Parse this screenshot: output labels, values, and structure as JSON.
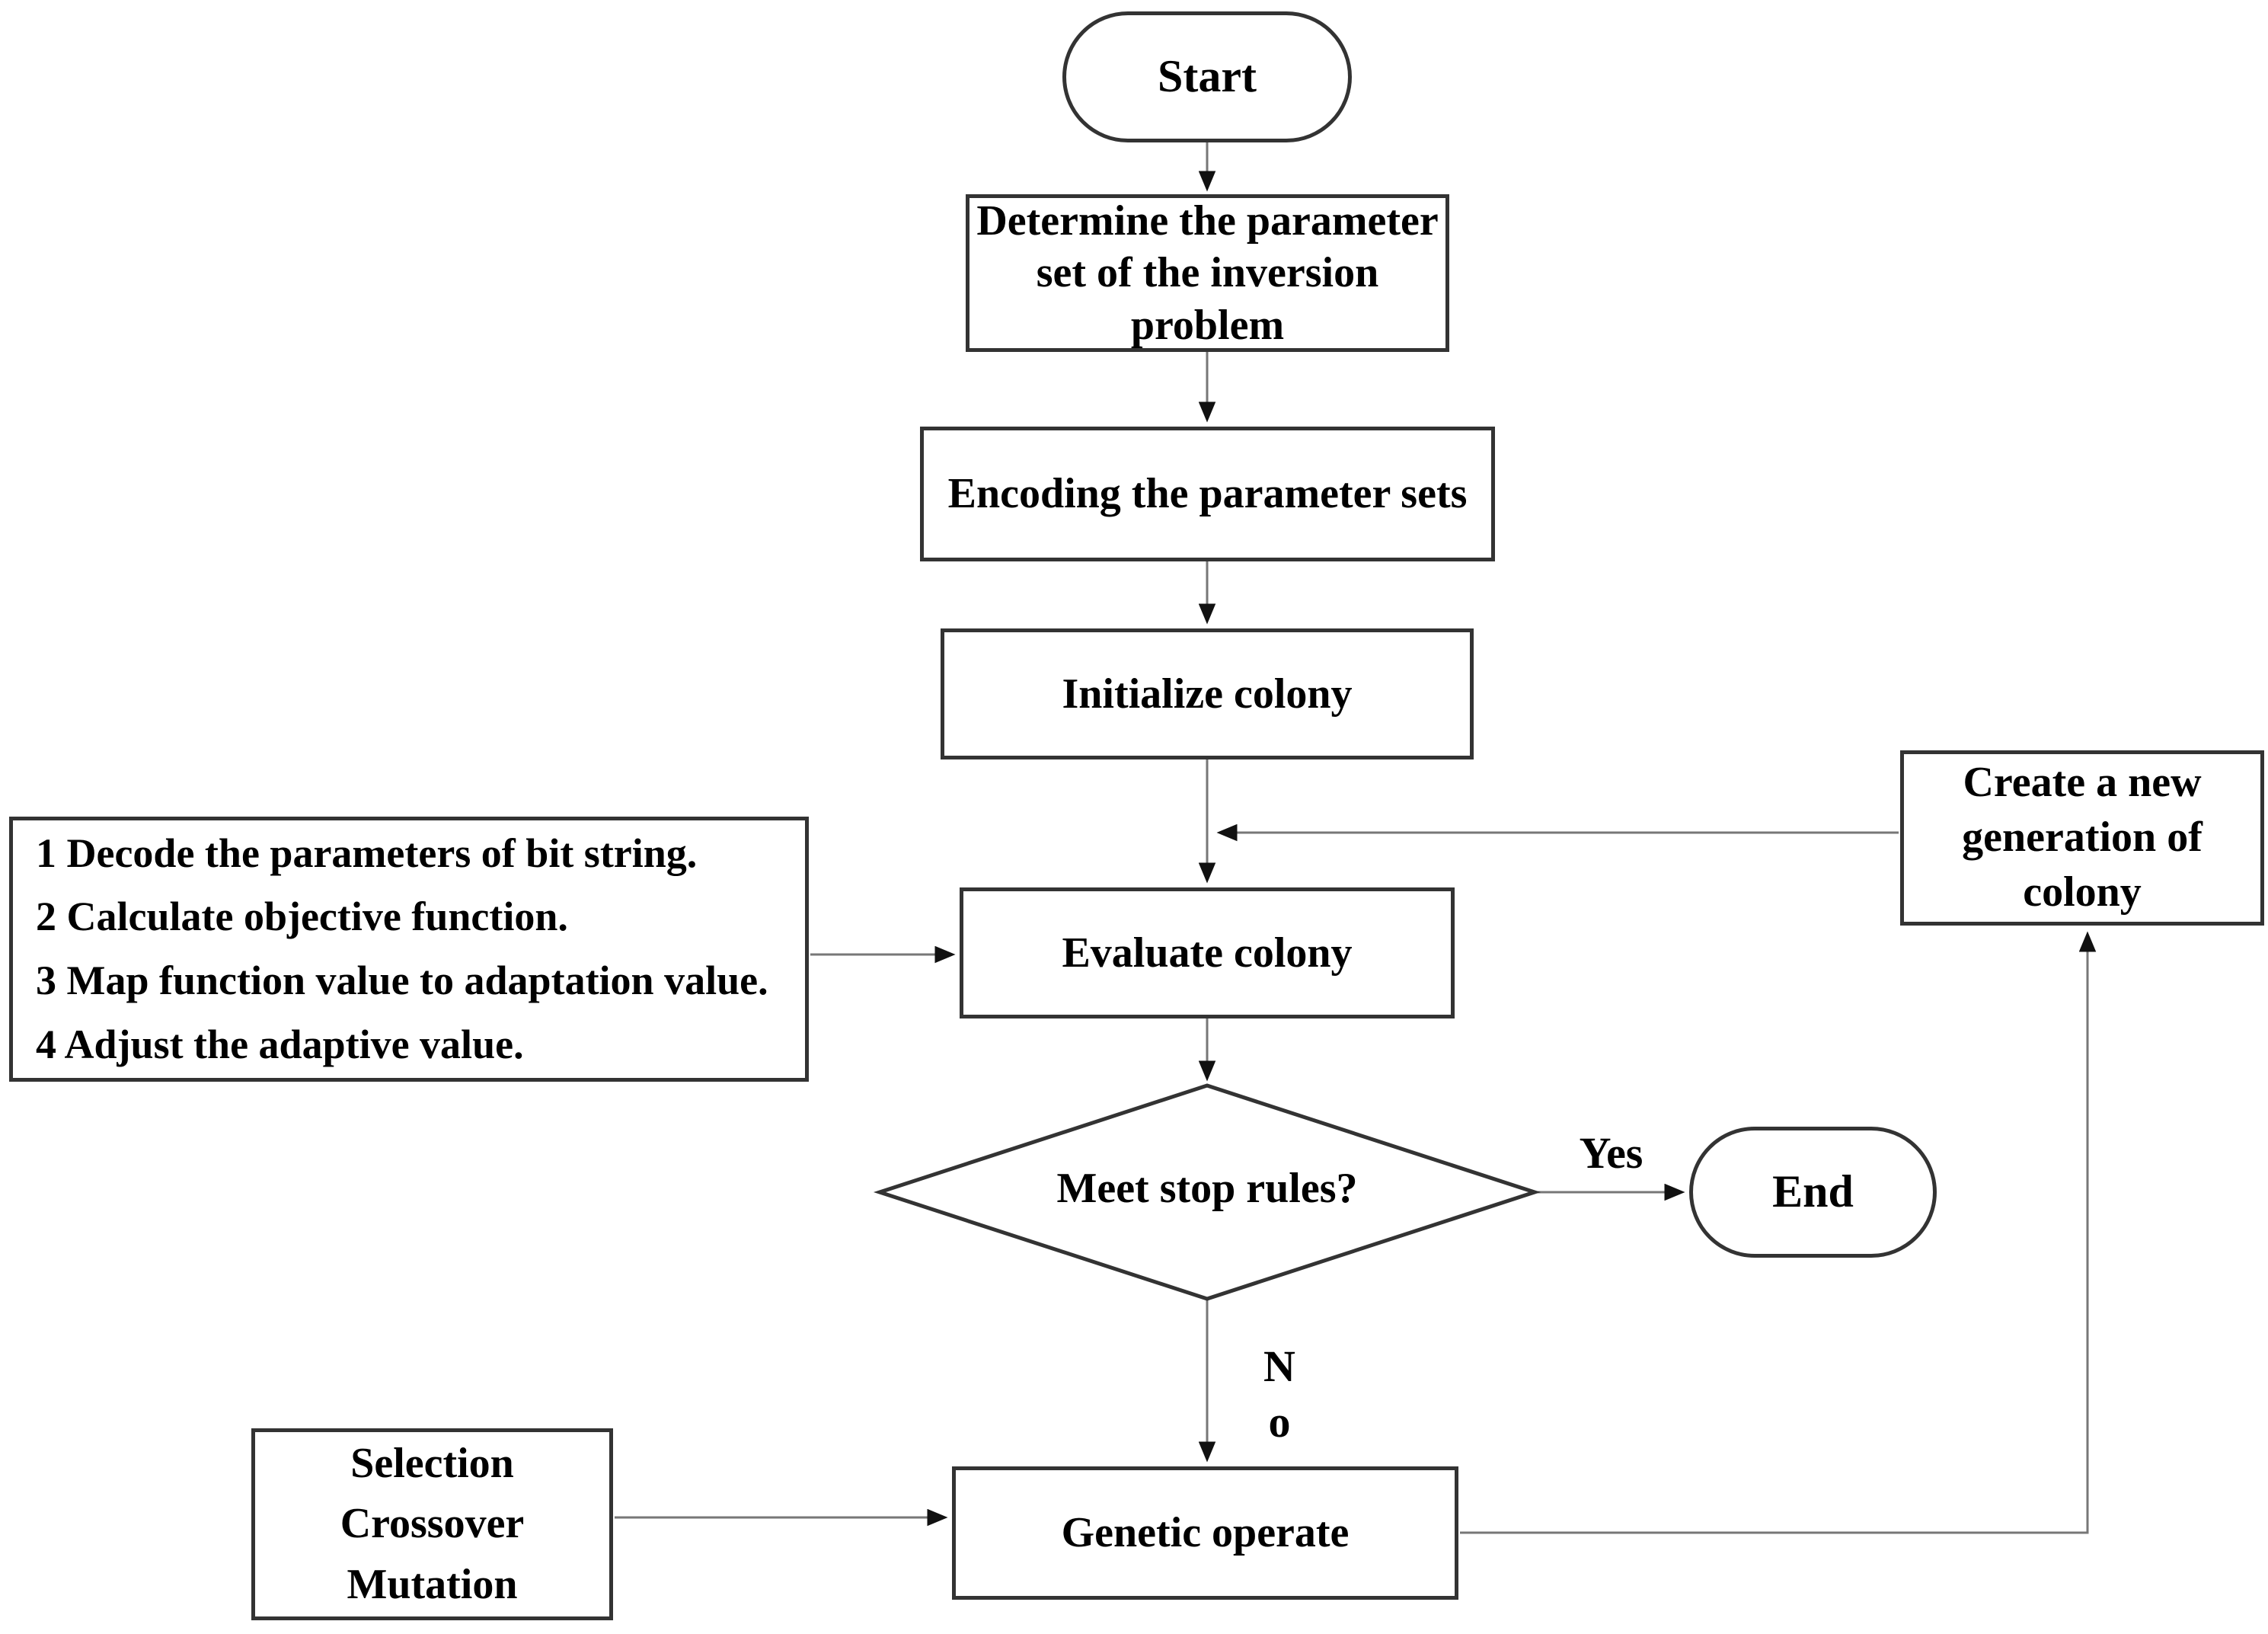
{
  "diagram_type": "flowchart",
  "nodes": {
    "start": {
      "shape": "stadium",
      "label": "Start"
    },
    "determine": {
      "shape": "rect",
      "label": "Determine the parameter\nset of the inversion\nproblem"
    },
    "encoding": {
      "shape": "rect",
      "label": "Encoding the parameter sets"
    },
    "initialize": {
      "shape": "rect",
      "label": "Initialize colony"
    },
    "evaluate": {
      "shape": "rect",
      "label": "Evaluate colony"
    },
    "decision": {
      "shape": "diamond",
      "label": "Meet stop rules?"
    },
    "end": {
      "shape": "stadium",
      "label": "End"
    },
    "create": {
      "shape": "rect",
      "label": "Create a new\ngeneration of\ncolony"
    },
    "steps": {
      "shape": "rect",
      "label": "1 Decode the parameters of bit string.\n2 Calculate objective function.\n3 Map function value to adaptation value.\n4 Adjust the adaptive value."
    },
    "operators": {
      "shape": "rect",
      "label": "Selection\nCrossover\nMutation"
    },
    "genetic": {
      "shape": "rect",
      "label": "Genetic operate"
    }
  },
  "edge_labels": {
    "yes": "Yes",
    "no": "N\no"
  },
  "edges": [
    {
      "from": "start",
      "to": "determine",
      "label": ""
    },
    {
      "from": "determine",
      "to": "encoding",
      "label": ""
    },
    {
      "from": "encoding",
      "to": "initialize",
      "label": ""
    },
    {
      "from": "initialize",
      "to": "evaluate",
      "label": ""
    },
    {
      "from": "steps",
      "to": "evaluate",
      "label": ""
    },
    {
      "from": "create",
      "to": "evaluate",
      "label": ""
    },
    {
      "from": "evaluate",
      "to": "decision",
      "label": ""
    },
    {
      "from": "decision",
      "to": "end",
      "label": "Yes"
    },
    {
      "from": "decision",
      "to": "genetic",
      "label": "No"
    },
    {
      "from": "operators",
      "to": "genetic",
      "label": ""
    },
    {
      "from": "genetic",
      "to": "create",
      "label": ""
    }
  ],
  "colors": {
    "background": "#ffffff",
    "box_border": "#333333",
    "connector": "#777777",
    "arrowhead": "#111111",
    "text": "#000000"
  }
}
